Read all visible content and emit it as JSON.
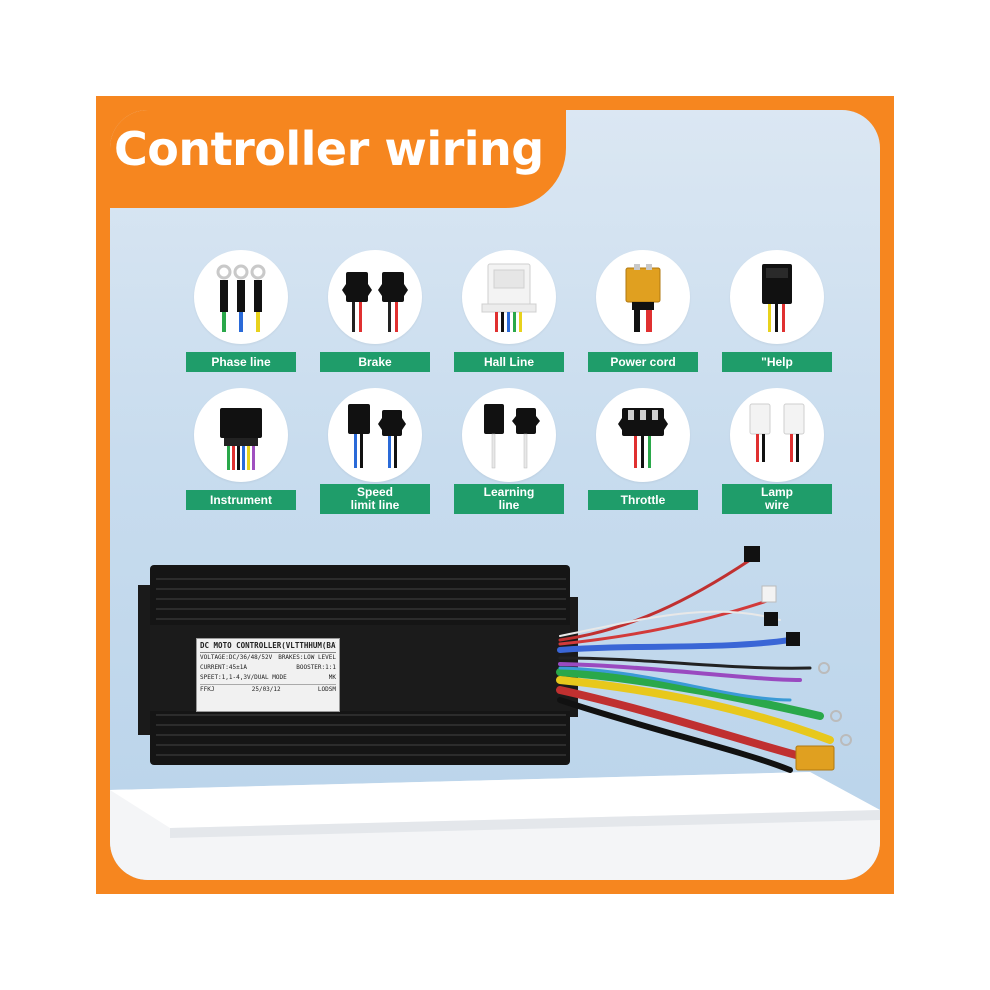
{
  "title": "Controller wiring",
  "connectors": [
    {
      "label": "Phase line",
      "icon": "phase-line-icon"
    },
    {
      "label": "Brake",
      "icon": "brake-connector-icon"
    },
    {
      "label": "Hall Line",
      "icon": "hall-line-icon"
    },
    {
      "label": "Power cord",
      "icon": "power-cord-icon"
    },
    {
      "label": "\"Help",
      "icon": "help-connector-icon"
    },
    {
      "label": "Instrument",
      "icon": "instrument-connector-icon"
    },
    {
      "label": "Speed\nlimit line",
      "icon": "speed-limit-connector-icon"
    },
    {
      "label": "Learning\nline",
      "icon": "learning-connector-icon"
    },
    {
      "label": "Throttle",
      "icon": "throttle-connector-icon"
    },
    {
      "label": "Lamp\nwire",
      "icon": "lamp-connector-icon"
    }
  ],
  "nameplate": {
    "header": "DC MOTO CONTROLLER(VLTTHHUM(BATTERY)",
    "voltage": "VOLTAGE:DC/36/48/52V",
    "brakes": "BRAKES:LOW LEVEL",
    "current": "CURRENT:45±1A",
    "booster": "BOOSTER:1:1",
    "speed": "SPEET:1,1-4,3V/DUAL MODE",
    "mk": "MK",
    "code": "FFKJ",
    "date": "25/03/12",
    "model": "LODSM"
  },
  "colors": {
    "frame": "#f6861f",
    "label_bg": "#1f9d6a",
    "panel_top": "#dbe7f3",
    "panel_bottom": "#b9d3ea"
  }
}
